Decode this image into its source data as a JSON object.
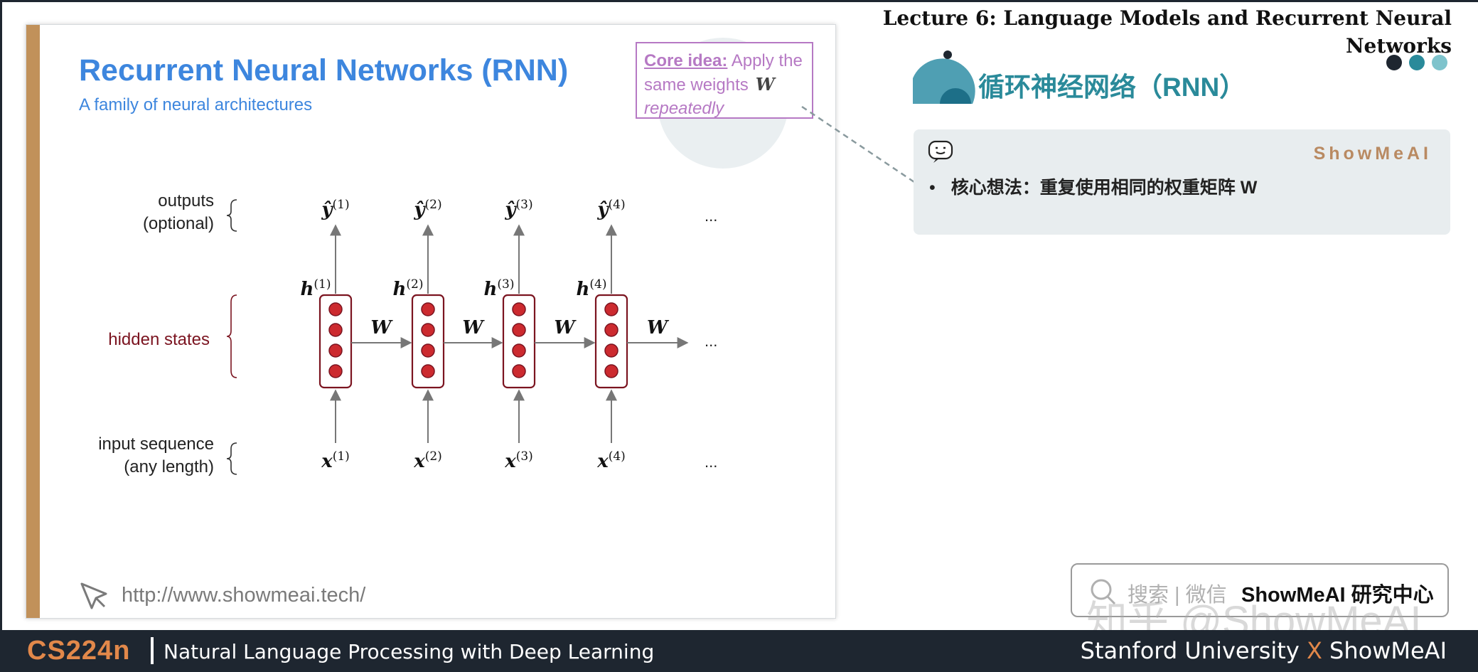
{
  "lecture_title": "Lecture 6:  Language Models and Recurrent Neural Networks",
  "section_title": "循环神经网络（RNN）",
  "slide": {
    "title": "Recurrent Neural Networks (RNN)",
    "subtitle": "A family of neural architectures",
    "core_idea": {
      "label": "Core idea:",
      "text": " Apply the same weights",
      "symbol": "W",
      "emphasis": "repeatedly"
    },
    "url": "http://www.showmeai.tech/",
    "row_labels": {
      "outputs_line1": "outputs",
      "outputs_line2": "(optional)",
      "hidden": "hidden states",
      "input_line1": "input sequence",
      "input_line2": "(any length)"
    },
    "steps": [
      {
        "y": "ŷ",
        "h": "h",
        "x": "x",
        "t": "(1)"
      },
      {
        "y": "ŷ",
        "h": "h",
        "x": "x",
        "t": "(2)"
      },
      {
        "y": "ŷ",
        "h": "h",
        "x": "x",
        "t": "(3)"
      },
      {
        "y": "ŷ",
        "h": "h",
        "x": "x",
        "t": "(4)"
      }
    ],
    "weight_label": "W",
    "ellipsis": "...",
    "colors": {
      "title": "#3d86de",
      "accent_bar": "#c1915a",
      "core_idea": "#b679c4",
      "neuron": "#cc2a2f",
      "cell_border": "#7b1420"
    }
  },
  "note": {
    "brand": "ShowMeAI",
    "bullet": "核心想法：重复使用相同的权重矩阵 W"
  },
  "search": {
    "prefix": "搜索 | 微信",
    "name": "ShowMeAI 研究中心"
  },
  "watermark": "知乎 @ShowMeAI",
  "footer": {
    "course": "CS224n",
    "subtitle": "Natural Language Processing with Deep Learning",
    "right_main": "Stanford University",
    "right_x": "X",
    "right_brand": "ShowMeAI"
  },
  "icons": [
    "cursor-icon",
    "robot-icon",
    "search-icon"
  ]
}
